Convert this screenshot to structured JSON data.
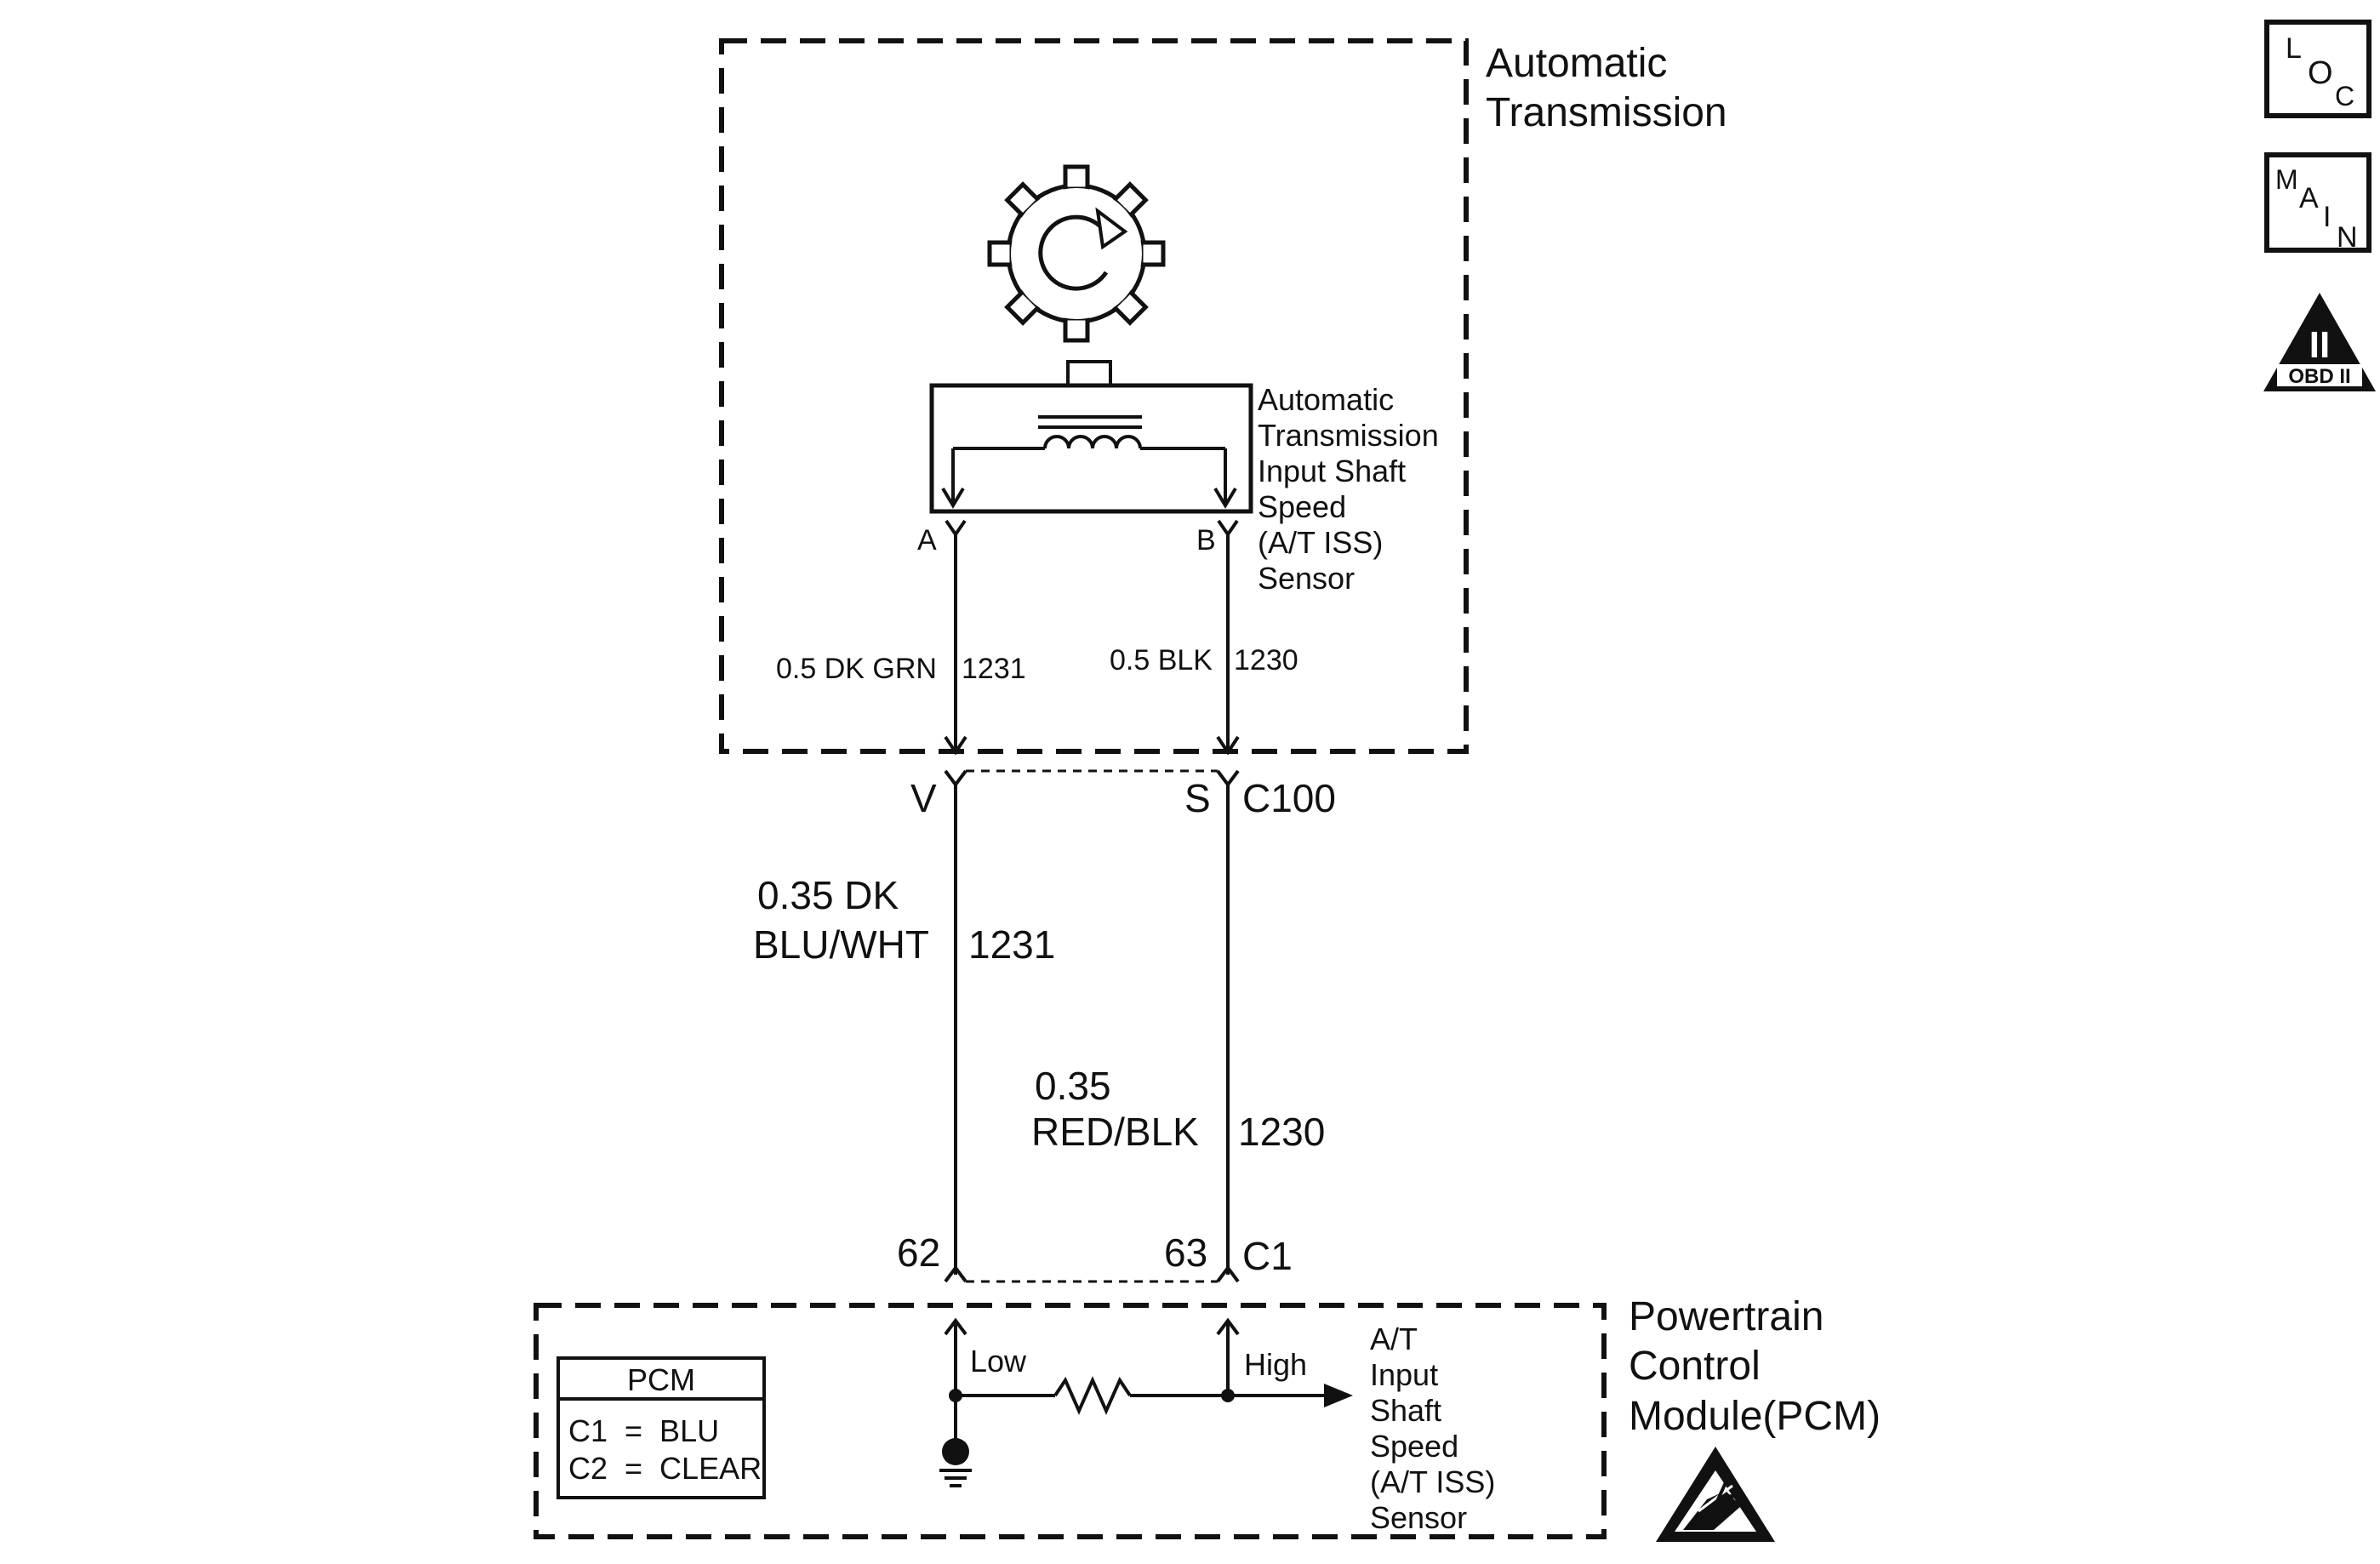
{
  "automatic_transmission": {
    "line1": "Automatic",
    "line2": "Transmission"
  },
  "sensor": {
    "lines": [
      "Automatic",
      "Transmission",
      "Input Shaft",
      "Speed",
      "(A/T ISS)",
      "Sensor"
    ],
    "pin_a": "A",
    "pin_b": "B"
  },
  "wires_upper": {
    "left_label": "0.5 DK GRN",
    "left_circuit": "1231",
    "right_label": "0.5 BLK",
    "right_circuit": "1230"
  },
  "connector_c100": {
    "pin_left": "V",
    "pin_right": "S",
    "name": "C100"
  },
  "wires_lower": {
    "left_label_line1": "0.35 DK",
    "left_label_line2": "BLU/WHT",
    "left_circuit": "1231",
    "right_label_line1": "0.35",
    "right_label_line2": "RED/BLK",
    "right_circuit": "1230"
  },
  "connector_c1": {
    "pin_left": "62",
    "pin_right": "63",
    "name": "C1"
  },
  "pcm": {
    "line1": "Powertrain",
    "line2": "Control",
    "line3": "Module(PCM)",
    "low_label": "Low",
    "high_label": "High",
    "signal_lines": [
      "A/T",
      "Input",
      "Shaft",
      "Speed",
      "(A/T ISS)",
      "Sensor"
    ]
  },
  "legend": {
    "title": "PCM",
    "row1": "C1  =  BLU",
    "row2": "C2  =  CLEAR"
  },
  "nav_icons": {
    "loc": {
      "l1": "L",
      "l2": "O",
      "l3": "C"
    },
    "main": {
      "l1": "M",
      "l2": "A",
      "l3": "I",
      "l4": "N"
    },
    "obd": {
      "numeral": "II",
      "label": "OBD II"
    }
  }
}
